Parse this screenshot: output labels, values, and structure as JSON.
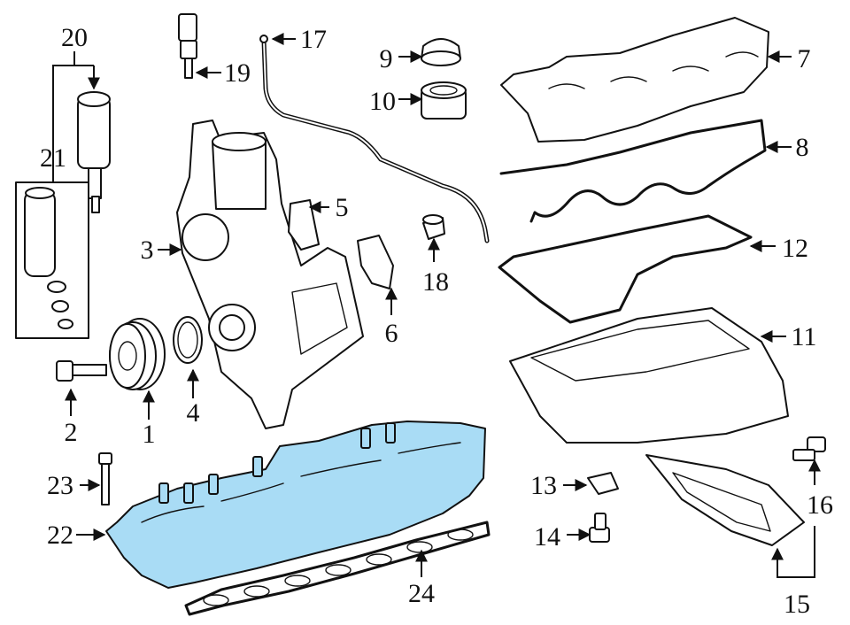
{
  "diagram": {
    "callouts": [
      "1",
      "2",
      "3",
      "4",
      "5",
      "6",
      "7",
      "8",
      "9",
      "10",
      "11",
      "12",
      "13",
      "14",
      "15",
      "16",
      "17",
      "18",
      "19",
      "20",
      "21",
      "22",
      "23",
      "24"
    ],
    "highlight_color": "#a9dcf5",
    "line_color": "#111111",
    "highlighted_part": "22"
  }
}
